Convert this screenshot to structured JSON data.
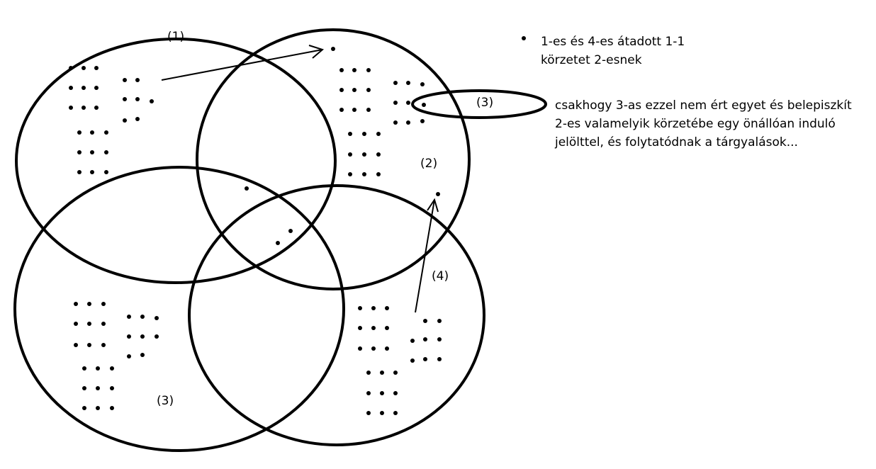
{
  "labels": {
    "region1": "(1)",
    "region2": "(2)",
    "region3_bottom": "(3)",
    "region3_small": "(3)",
    "region4": "(4)"
  },
  "note1": {
    "line1": "1-es és 4-es átadott 1-1",
    "line2": "körzetet 2-esnek"
  },
  "note2": {
    "line1": "csakhogy 3-as ezzel nem ért egyet és belepiszkít",
    "line2": "2-es valamelyik körzetébe egy önállóan induló",
    "line3": "jelölttel, és folytatódnak a tárgyalások..."
  }
}
